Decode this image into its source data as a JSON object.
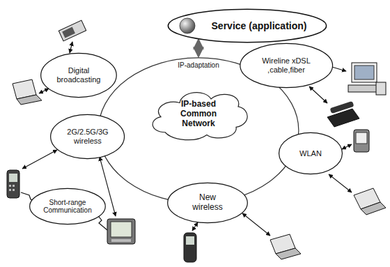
{
  "diagram": {
    "nodes": [
      {
        "text": [
          "Service (application)"
        ]
      },
      {
        "text": [
          "IP-adaptation"
        ]
      },
      {
        "text": [
          "IP-based Common Network"
        ],
        "in": 1
      },
      {
        "text": [
          "Digital broadcasting"
        ]
      },
      {
        "text": [
          "Wireline xDSL ,cable,fiber"
        ]
      },
      {
        "text": [
          "2G/2.5G/3G wireless"
        ]
      },
      {
        "text": [
          "WLAN"
        ]
      },
      {
        "text": [
          "Short-range Communication"
        ]
      },
      {
        "text": [
          "New wireless"
        ]
      }
    ],
    "edges": [
      {
        "from": 0,
        "to": 1,
        "arrow": "both"
      }
    ]
  }
}
